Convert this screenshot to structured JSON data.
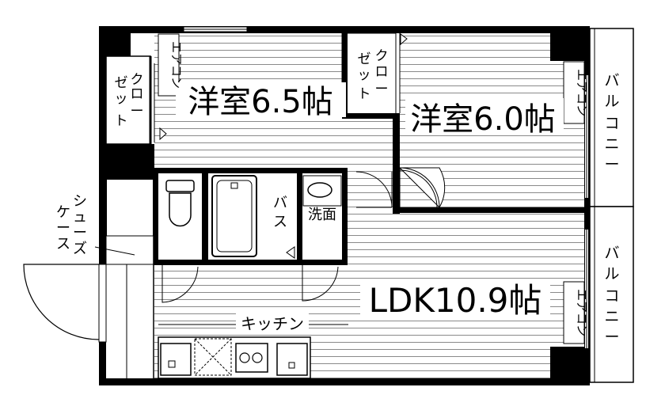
{
  "rooms": {
    "western_a": "洋室6.5帖",
    "western_b": "洋室6.0帖",
    "ldk": "LDK10.9帖"
  },
  "labels": {
    "closet_vertical": [
      "ク",
      "ロ",
      "ー"
    ],
    "closet_vertical2": [
      "ゼ",
      "ッ",
      "ト"
    ],
    "aircon": "エアコン",
    "balcony_chars": [
      "バ",
      "ル",
      "コ",
      "ニ",
      "ー"
    ],
    "bath": [
      "バ",
      "ス"
    ],
    "washroom": "洗面",
    "kitchen": "キッチン",
    "shoe_case_col1": [
      "シ",
      "ュ",
      "ー",
      "ズ"
    ],
    "shoe_case_col2": [
      "ケ",
      "ー",
      "ス"
    ]
  },
  "colors": {
    "wall": "#000000",
    "floor_line": "#8a8a8a",
    "background": "#ffffff"
  }
}
